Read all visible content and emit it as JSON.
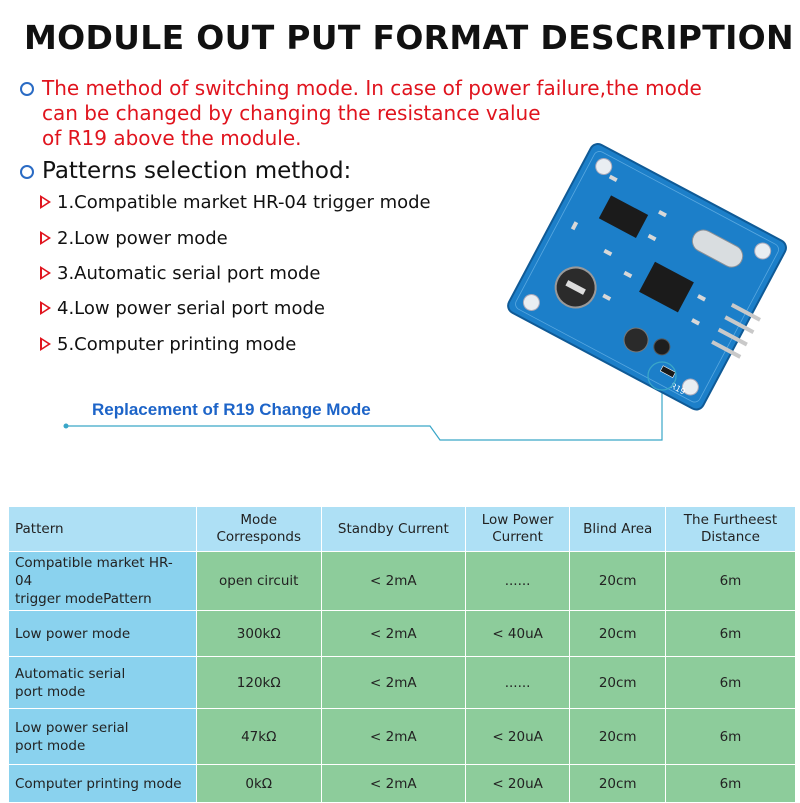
{
  "title": "MODULE OUT PUT FORMAT DESCRIPTION",
  "note_lines": [
    "The method of switching mode. In case of power failure,the mode",
    "can be changed by changing the resistance value",
    "of R19 above the module."
  ],
  "patterns_heading": "Patterns selection method:",
  "modes": [
    "1.Compatible market HR-04 trigger mode",
    "2.Low power mode",
    "3.Automatic serial port mode",
    "4.Low power serial port mode",
    "5.Computer printing mode"
  ],
  "callout": "Replacement of R19 Change Mode",
  "board_label": "R19",
  "colors": {
    "title": "#111111",
    "note_red": "#e0141e",
    "bullet_blue": "#2a6bc4",
    "callout_blue": "#1d64c8",
    "header_bg": "#aee0f5",
    "pattern_col_bg": "#8ad2ee",
    "cell_bg": "#8dcc9b",
    "board_blue": "#1c7fc9"
  },
  "table": {
    "headers": [
      [
        "Pattern"
      ],
      [
        "Mode",
        "Corresponds"
      ],
      [
        "Standby Current"
      ],
      [
        "Low Power",
        "Current"
      ],
      [
        "Blind Area"
      ],
      [
        "The Furtheest",
        "Distance"
      ]
    ],
    "rows": [
      {
        "pattern": [
          "Compatible market HR-04",
          "trigger modePattern"
        ],
        "mode": "open circuit",
        "standby": "< 2mA",
        "low_power": "......",
        "blind": "20cm",
        "distance": "6m"
      },
      {
        "pattern": [
          "Low power mode"
        ],
        "mode": "300kΩ",
        "standby": "< 2mA",
        "low_power": "< 40uA",
        "blind": "20cm",
        "distance": "6m"
      },
      {
        "pattern": [
          "Automatic serial",
          "port mode"
        ],
        "mode": "120kΩ",
        "standby": "< 2mA",
        "low_power": "......",
        "blind": "20cm",
        "distance": "6m"
      },
      {
        "pattern": [
          "Low power serial",
          "port mode"
        ],
        "mode": "47kΩ",
        "standby": "< 2mA",
        "low_power": "< 20uA",
        "blind": "20cm",
        "distance": "6m"
      },
      {
        "pattern": [
          "Computer printing mode"
        ],
        "mode": "0kΩ",
        "standby": "< 2mA",
        "low_power": "< 20uA",
        "blind": "20cm",
        "distance": "6m"
      }
    ]
  }
}
